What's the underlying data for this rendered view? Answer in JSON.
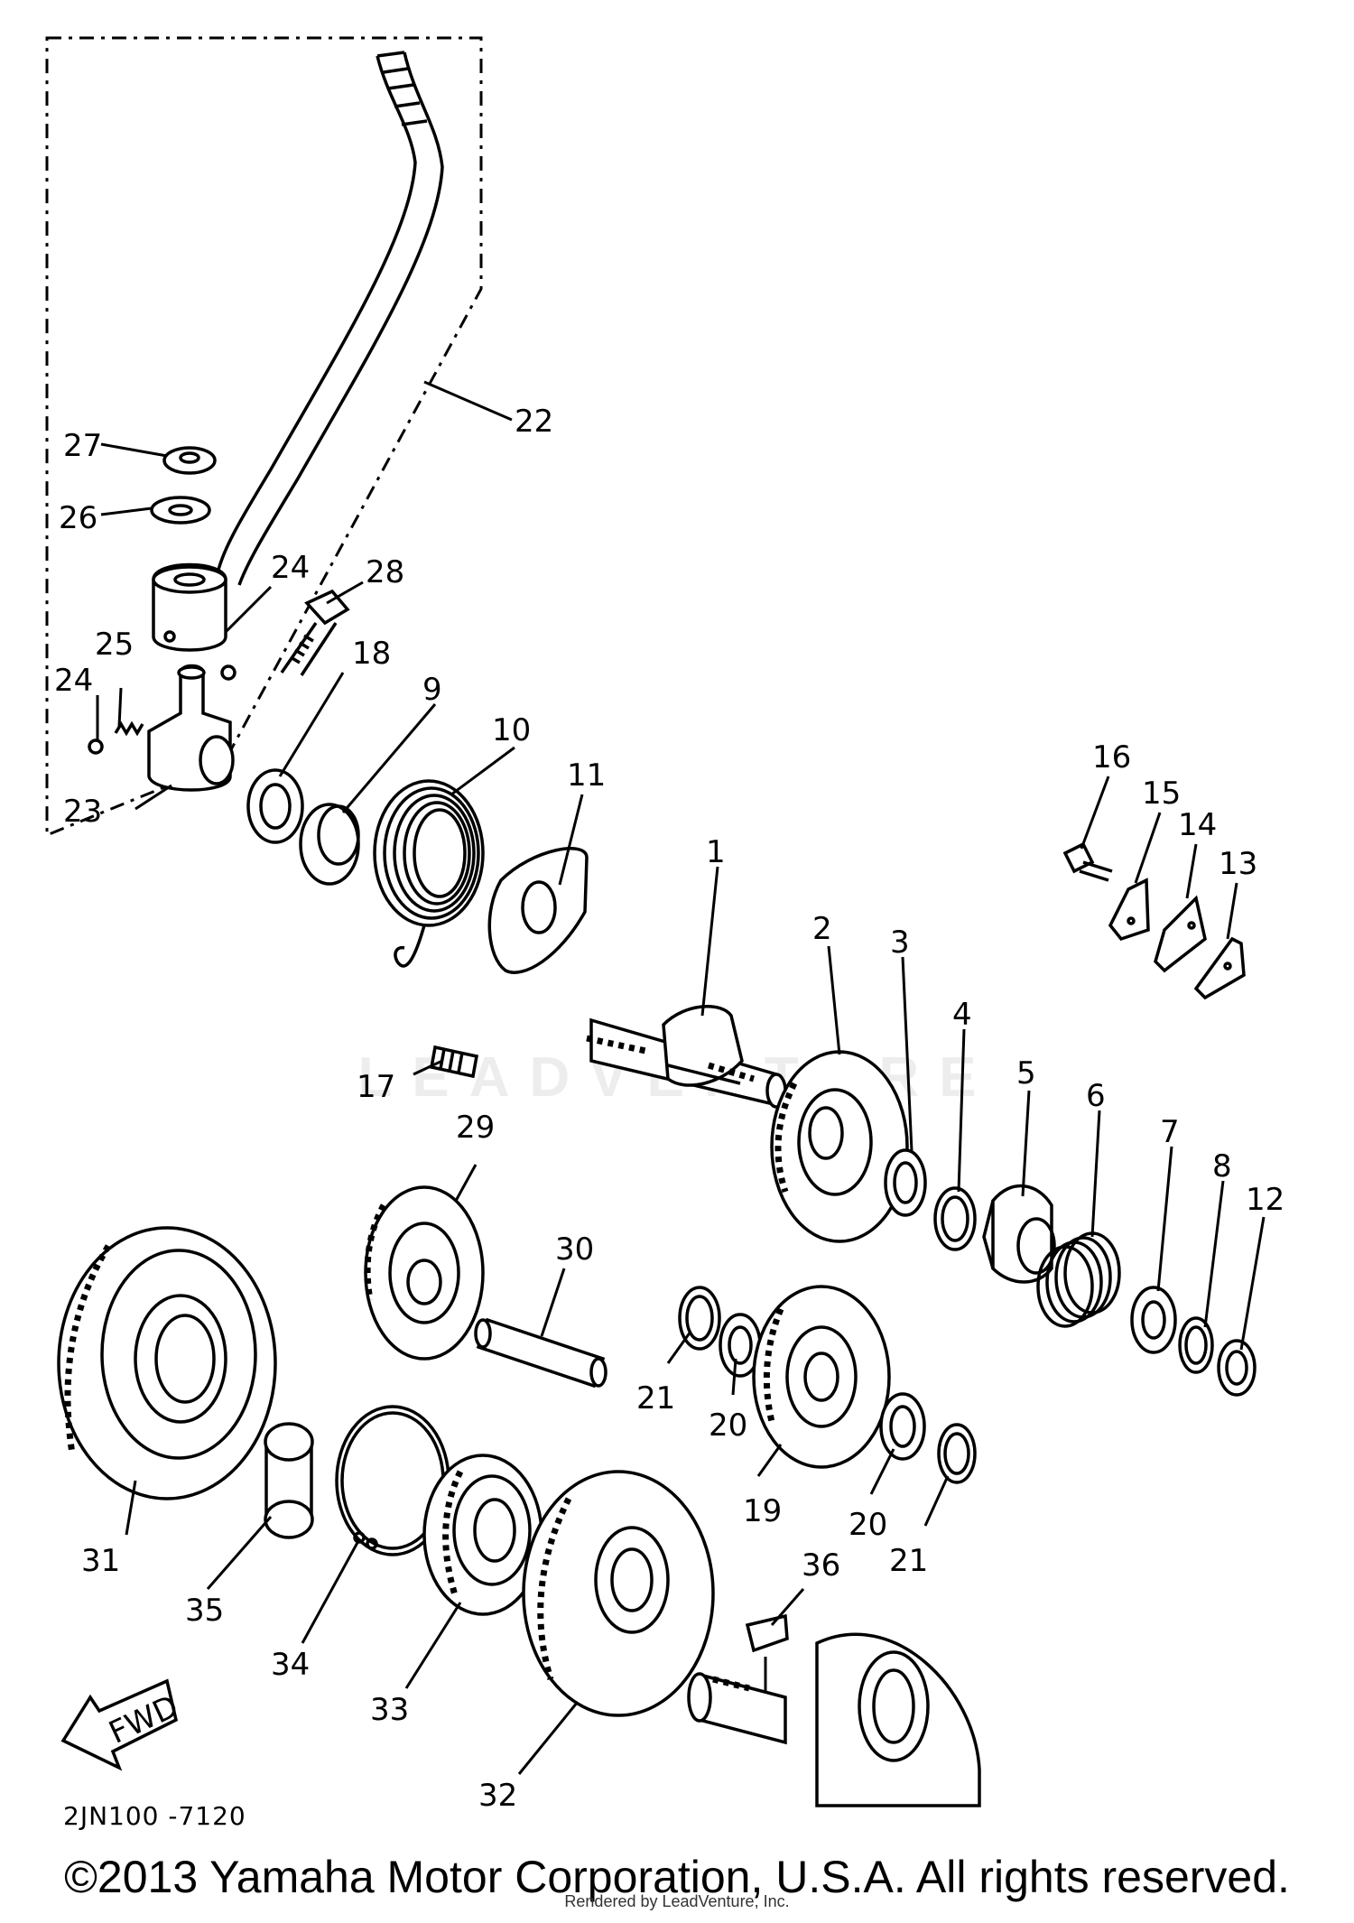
{
  "diagram": {
    "drawing_code": "2JN100 -7120",
    "direction_arrow_label": "FWD",
    "watermark_text": "LEADVENTURE",
    "copyright": "©2013 Yamaha Motor Corporation, U.S.A. All rights reserved.",
    "rendered_by": "Rendered by LeadVenture, Inc.",
    "callouts": [
      {
        "id": "c1",
        "label": "1"
      },
      {
        "id": "c2",
        "label": "2"
      },
      {
        "id": "c3",
        "label": "3"
      },
      {
        "id": "c4",
        "label": "4"
      },
      {
        "id": "c5",
        "label": "5"
      },
      {
        "id": "c6",
        "label": "6"
      },
      {
        "id": "c7",
        "label": "7"
      },
      {
        "id": "c8",
        "label": "8"
      },
      {
        "id": "c9",
        "label": "9"
      },
      {
        "id": "c10",
        "label": "10"
      },
      {
        "id": "c11",
        "label": "11"
      },
      {
        "id": "c12",
        "label": "12"
      },
      {
        "id": "c13",
        "label": "13"
      },
      {
        "id": "c14",
        "label": "14"
      },
      {
        "id": "c15",
        "label": "15"
      },
      {
        "id": "c16",
        "label": "16"
      },
      {
        "id": "c17",
        "label": "17"
      },
      {
        "id": "c18",
        "label": "18"
      },
      {
        "id": "c19",
        "label": "19"
      },
      {
        "id": "c20a",
        "label": "20"
      },
      {
        "id": "c20b",
        "label": "20"
      },
      {
        "id": "c21a",
        "label": "21"
      },
      {
        "id": "c21b",
        "label": "21"
      },
      {
        "id": "c22",
        "label": "22"
      },
      {
        "id": "c23",
        "label": "23"
      },
      {
        "id": "c24a",
        "label": "24"
      },
      {
        "id": "c24b",
        "label": "24"
      },
      {
        "id": "c25",
        "label": "25"
      },
      {
        "id": "c26",
        "label": "26"
      },
      {
        "id": "c27",
        "label": "27"
      },
      {
        "id": "c28",
        "label": "28"
      },
      {
        "id": "c29",
        "label": "29"
      },
      {
        "id": "c30",
        "label": "30"
      },
      {
        "id": "c31",
        "label": "31"
      },
      {
        "id": "c32",
        "label": "32"
      },
      {
        "id": "c33",
        "label": "33"
      },
      {
        "id": "c34",
        "label": "34"
      },
      {
        "id": "c35",
        "label": "35"
      },
      {
        "id": "c36",
        "label": "36"
      }
    ]
  }
}
